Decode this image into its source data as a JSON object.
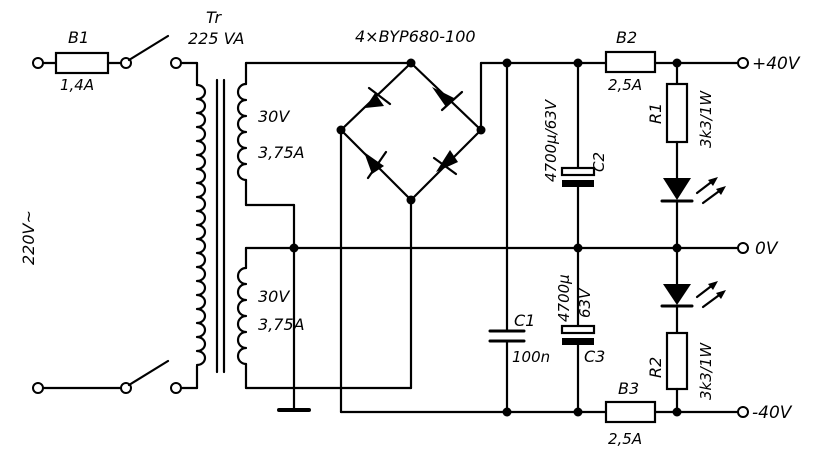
{
  "labels": {
    "fuse_b1": "B1",
    "fuse_b1_rating": "1,4A",
    "transformer_name": "Tr",
    "transformer_rating": "225 VA",
    "mains_voltage": "220V~",
    "winding1_voltage": "30V",
    "winding1_current": "3,75A",
    "winding2_voltage": "30V",
    "winding2_current": "3,75A",
    "bridge": "4×BYP680-100",
    "cap_c2_value": "4700µ/63V",
    "cap_c2": "C2",
    "cap_c1": "C1",
    "cap_c1_value": "100n",
    "cap_c3_value1": "4700µ",
    "cap_c3_value2": "63V",
    "cap_c3": "C3",
    "fuse_b2": "B2",
    "fuse_b2_rating": "2,5A",
    "fuse_b3": "B3",
    "fuse_b3_rating": "2,5A",
    "res_r1": "R1",
    "res_r1_value": "3k3/1W",
    "res_r2": "R2",
    "res_r2_value": "3k3/1W",
    "out_pos": "+40V",
    "out_zero": "0V",
    "out_neg": "-40V"
  }
}
